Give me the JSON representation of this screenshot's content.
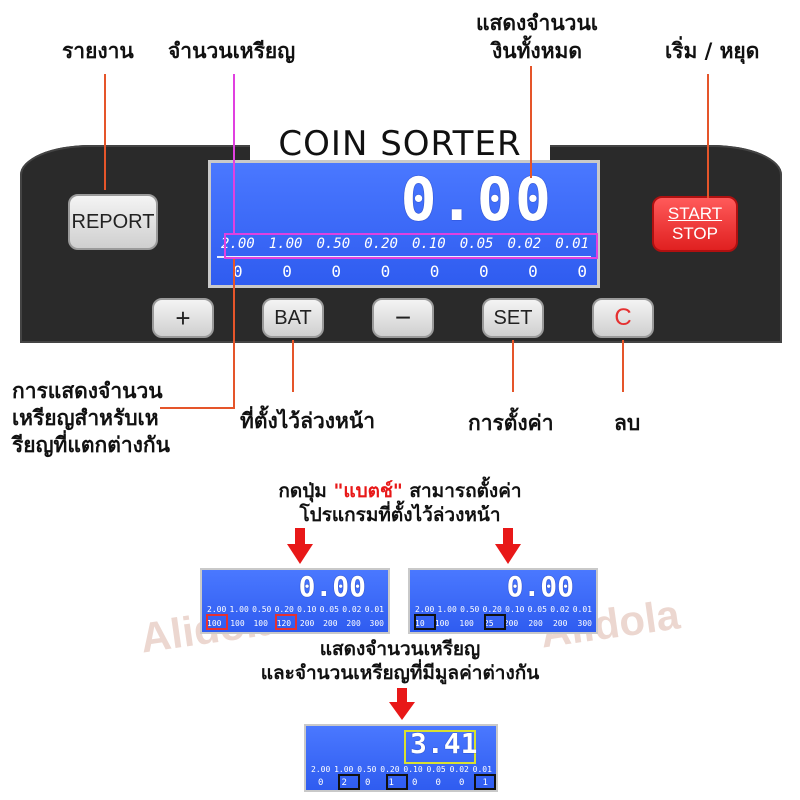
{
  "callouts": {
    "report": "รายงาน",
    "coin_count": "จำนวนเหรียญ",
    "total_line1": "แสดงจำนวนเ",
    "total_line2": "งินทั้งหมด",
    "start_stop": "เริ่ม / หยุด",
    "multi_line1": "การแสดงจำนวน",
    "multi_line2": "เหรียญสำหรับเห",
    "multi_line3": "รียญที่แตกต่างกัน",
    "preset": "ที่ตั้งไว้ล่วงหน้า",
    "settings": "การตั้งค่า",
    "clear": "ลบ"
  },
  "panel_title": "COIN SORTER",
  "buttons": {
    "report": "REPORT",
    "start": "START",
    "stop": "STOP",
    "plus": "+",
    "bat": "BAT",
    "minus": "−",
    "set": "SET",
    "clear": "C"
  },
  "main_lcd": {
    "total": "0.00",
    "denominations": [
      "2.00",
      "1.00",
      "0.50",
      "0.20",
      "0.10",
      "0.05",
      "0.02",
      "0.01"
    ],
    "counts": [
      "0",
      "0",
      "0",
      "0",
      "0",
      "0",
      "0",
      "0"
    ]
  },
  "instructions": {
    "line1_pre": "กดปุ่ม ",
    "line1_highlight": "\"แบตช์\"",
    "line1_post": " สามารถตั้งค่า",
    "line2": "โปรแกรมที่ตั้งไว้ล่วงหน้า",
    "line3": "แสดงจำนวนเหรียญ",
    "line4": "และจำนวนเหรียญที่มีมูลค่าต่างกัน"
  },
  "lcd_left": {
    "total": "0.00",
    "denominations": [
      "2.00",
      "1.00",
      "0.50",
      "0.20",
      "0.10",
      "0.05",
      "0.02",
      "0.01"
    ],
    "counts": [
      "100",
      "100",
      "100",
      "120",
      "200",
      "200",
      "200",
      "300"
    ]
  },
  "lcd_right": {
    "total": "0.00",
    "denominations": [
      "2.00",
      "1.00",
      "0.50",
      "0.20",
      "0.10",
      "0.05",
      "0.02",
      "0.01"
    ],
    "counts": [
      "10",
      "100",
      "100",
      "25",
      "200",
      "200",
      "200",
      "300"
    ]
  },
  "lcd_bottom": {
    "total": "3.41",
    "denominations": [
      "2.00",
      "1.00",
      "0.50",
      "0.20",
      "0.10",
      "0.05",
      "0.02",
      "0.01"
    ],
    "counts": [
      "0",
      "2",
      "0",
      "1",
      "0",
      "0",
      "0",
      "1"
    ]
  },
  "watermark": "Alidola",
  "colors": {
    "lcd_blue": "#3a66f5",
    "callout_line": "#e5552a",
    "arrow_red": "#e81818",
    "highlight_text": "#e81818",
    "start_button": "#e83030"
  }
}
